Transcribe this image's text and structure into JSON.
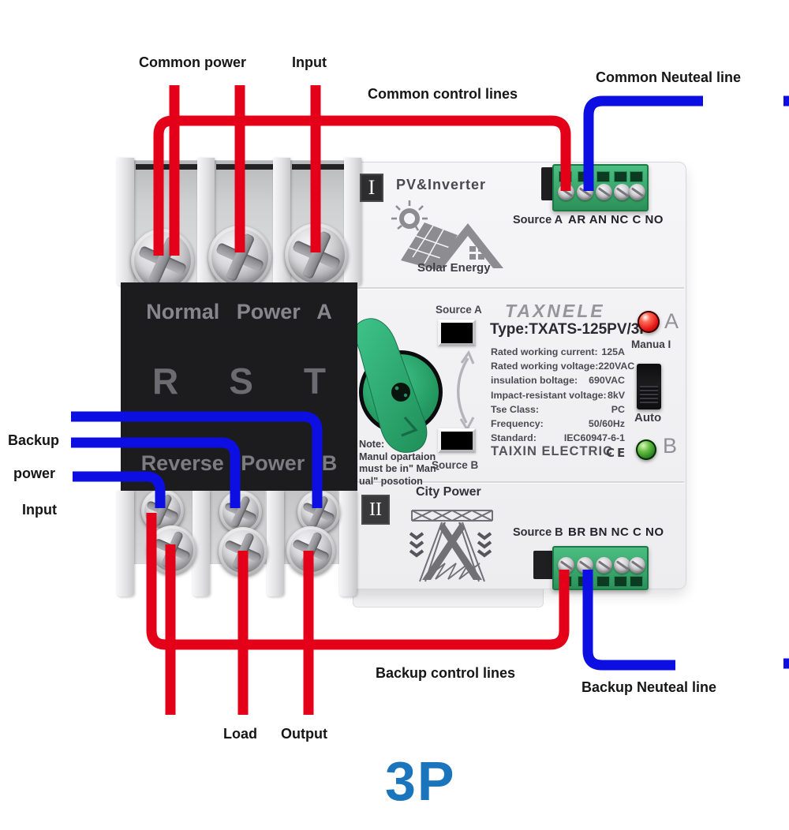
{
  "annotations": {
    "common_power": "Common power",
    "input_top": "Input",
    "common_control_lines": "Common control lines",
    "common_neutral_line": "Common Neuteal line",
    "backup": "Backup",
    "power": "power",
    "input_left": "Input",
    "backup_control_lines": "Backup control lines",
    "backup_neutral_line": "Backup Neuteal line",
    "load": "Load",
    "output": "Output",
    "pole_label": "3P"
  },
  "device": {
    "section1": {
      "badge": "I",
      "title": "PV&Inverter",
      "icon_caption": "Solar Energy",
      "source_label": "Source A",
      "terminals": "AR AN NC C NO"
    },
    "panel": {
      "brand": "TAXNELE",
      "type_line": "Type:TXATS-125PV/3P",
      "specs": [
        {
          "label": "Rated working current:",
          "value": "125A"
        },
        {
          "label": "Rated working voltage:",
          "value": "220VAC"
        },
        {
          "label": "insulation boltage:",
          "value": "690VAC"
        },
        {
          "label": "Impact-resistant voltage:",
          "value": "8kV"
        },
        {
          "label": "Tse  Class:",
          "value": "PC"
        },
        {
          "label": "Frequency:",
          "value": "50/60Hz"
        },
        {
          "label": "Standard:",
          "value": "IEC60947-6-1"
        }
      ],
      "company": "TAIXIN ELECTRIC",
      "ce": "CE",
      "source_a": "Source A",
      "source_b": "Source B",
      "indicator_a": "A",
      "indicator_b": "B",
      "manual_label": "Manua I",
      "auto_label": "Auto",
      "note_lines": [
        "Note:",
        "Manul opartaion",
        "must be in\" Man-",
        "ual\"   posotion"
      ]
    },
    "label_block": {
      "line1": "Normal Power A",
      "phases": [
        "R",
        "S",
        "T"
      ],
      "line2": "Reverse Power B"
    },
    "section2": {
      "badge": "II",
      "title": "City Power",
      "source_label": "Source B",
      "terminals": "BR BN NC C NO"
    }
  },
  "colors": {
    "wire_red": "#e50019",
    "wire_blue": "#0d0ee2",
    "accent_blue": "#1b75bc",
    "terminal_green": "#3aa76d",
    "knob_green": "#2fae76"
  }
}
